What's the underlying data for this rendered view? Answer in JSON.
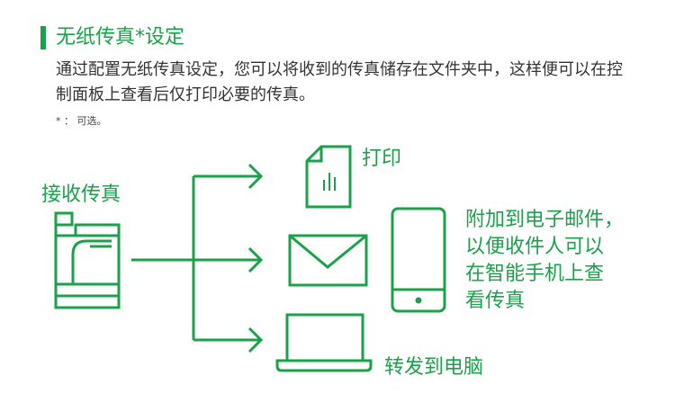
{
  "header": {
    "title": "无纸传真*设定"
  },
  "description": "通过配置无纸传真设定，您可以将收到的传真储存在文件夹中，这样便可以在控制面板上查看后仅打印必要的传真。",
  "note": "* ： 可选。",
  "labels": {
    "receive": "接收传真",
    "print": "打印",
    "pc": "转发到电脑",
    "email_lines": [
      "附加到电子邮件，",
      "以便收件人可以",
      "在智能手机上查",
      "看传真"
    ]
  },
  "colors": {
    "accent": "#1aa14a",
    "text": "#333333"
  },
  "icons": [
    "printer-icon",
    "document-icon",
    "envelope-icon",
    "laptop-icon",
    "smartphone-icon"
  ]
}
